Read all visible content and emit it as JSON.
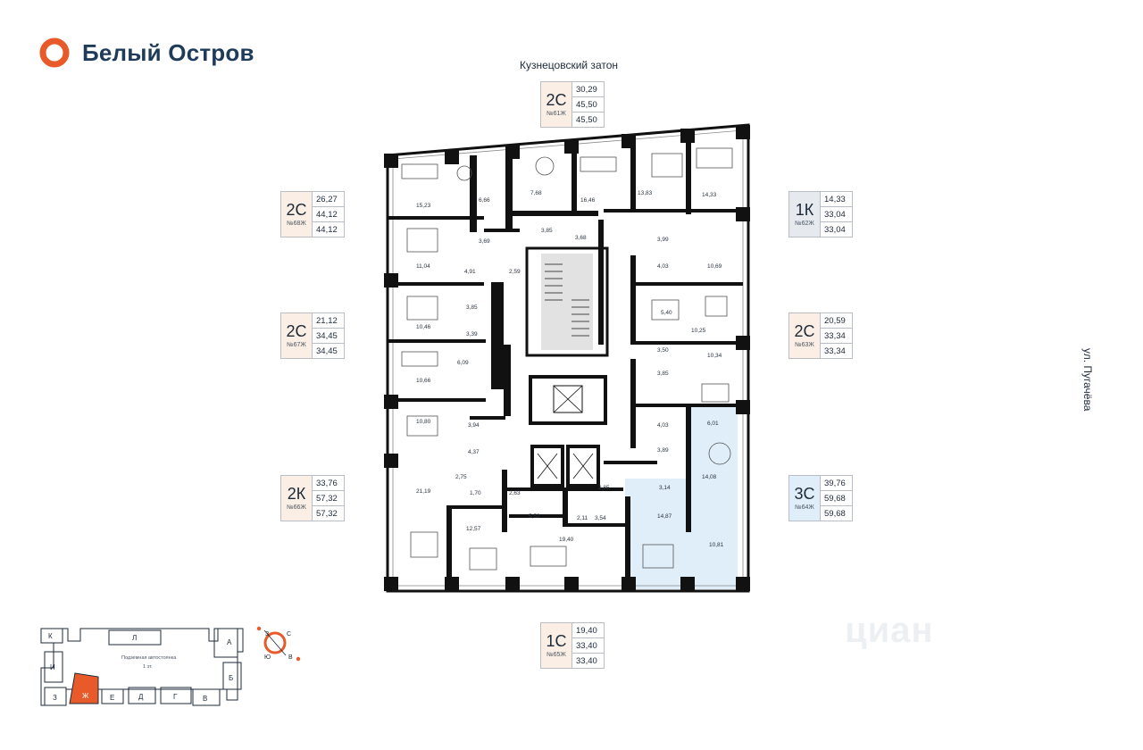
{
  "brand": {
    "name": "Белый Остров"
  },
  "streets": {
    "top": "Кузнецовский затон",
    "right": "ул. Пугачёва"
  },
  "colors": {
    "brand_orange": "#e85a2a",
    "wall": "#111111",
    "selected_fill": "#dfeef8",
    "tag_fill": "#fbeee4"
  },
  "units": [
    {
      "type": "2С",
      "number": "№61Ж",
      "areas": [
        "30,29",
        "45,50",
        "45,50"
      ]
    },
    {
      "type": "2С",
      "number": "№68Ж",
      "areas": [
        "26,27",
        "44,12",
        "44,12"
      ]
    },
    {
      "type": "1К",
      "number": "№62Ж",
      "areas": [
        "14,33",
        "33,04",
        "33,04"
      ]
    },
    {
      "type": "2С",
      "number": "№67Ж",
      "areas": [
        "21,12",
        "34,45",
        "34,45"
      ]
    },
    {
      "type": "2С",
      "number": "№63Ж",
      "areas": [
        "20,59",
        "33,34",
        "33,34"
      ]
    },
    {
      "type": "2К",
      "number": "№66Ж",
      "areas": [
        "33,76",
        "57,32",
        "57,32"
      ]
    },
    {
      "type": "3С",
      "number": "№64Ж",
      "areas": [
        "39,76",
        "59,68",
        "59,68"
      ]
    },
    {
      "type": "1С",
      "number": "№65Ж",
      "areas": [
        "19,40",
        "33,40",
        "33,40"
      ]
    }
  ],
  "rooms": [
    "15,23",
    "6,66",
    "7,68",
    "16,46",
    "13,83",
    "14,33",
    "11,04",
    "3,69",
    "3,85",
    "3,68",
    "3,99",
    "4,03",
    "10,69",
    "4,91",
    "2,59",
    "10,46",
    "3,85",
    "5,40",
    "10,25",
    "3,39",
    "3,50",
    "6,09",
    "10,34",
    "10,66",
    "3,85",
    "10,80",
    "3,94",
    "4,03",
    "6,01",
    "4,37",
    "3,89",
    "21,19",
    "2,75",
    "1,70",
    "2,63",
    "2,85",
    "3,14",
    "14,08",
    "5,52",
    "2,11",
    "3,54",
    "14,87",
    "12,57",
    "19,40",
    "10,81"
  ],
  "keymap": {
    "sections": [
      "К",
      "Л",
      "А",
      "И",
      "Б",
      "З",
      "Ж",
      "Е",
      "Д",
      "Г",
      "В"
    ],
    "parking": "Подземная автостоянка",
    "parking_level": "1 эт."
  },
  "compass": {
    "letters": [
      "З",
      "С",
      "Ю",
      "В"
    ]
  },
  "watermark": "циан"
}
